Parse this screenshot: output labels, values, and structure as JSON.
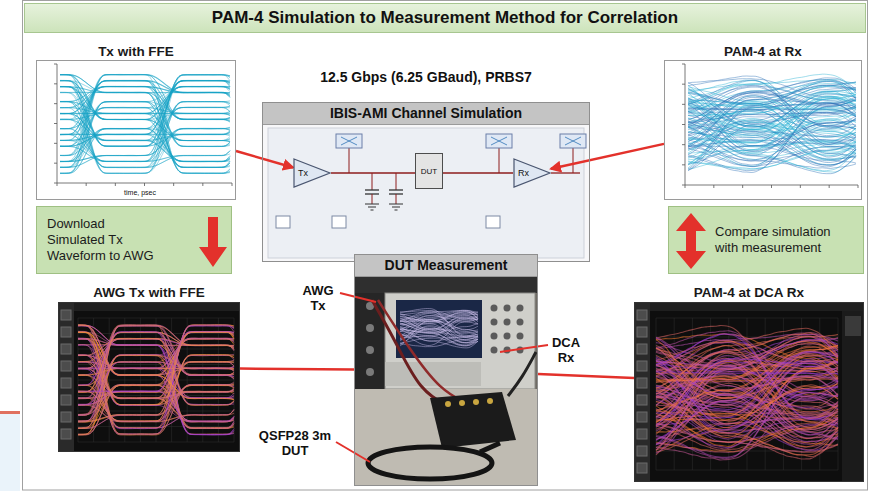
{
  "diagram": {
    "title": "PAM-4 Simulation to Measurement Method for Correlation",
    "nodes": [
      {
        "text": [
          "Tx with FFE"
        ]
      },
      {
        "text": [
          "IBIS-AMI Channel Simulation"
        ]
      },
      {
        "text": [
          "Tx"
        ],
        "in": 1
      },
      {
        "text": [
          "DUT"
        ],
        "in": 1
      },
      {
        "text": [
          "Rx"
        ],
        "in": 1
      },
      {
        "text": [
          "PAM-4 at Rx"
        ]
      },
      {
        "text": [
          "Download Simulated Tx Waveform to AWG"
        ]
      },
      {
        "text": [
          "Compare simulation with measurement"
        ]
      },
      {
        "text": [
          "DUT Measurement"
        ]
      },
      {
        "text": [
          "AWG Tx with FFE"
        ]
      },
      {
        "text": [
          "PAM-4 at DCA Rx"
        ]
      }
    ],
    "edges": [
      {
        "from": 0,
        "to": 2,
        "arrow": "to"
      },
      {
        "from": 5,
        "to": 4,
        "arrow": "to"
      },
      {
        "from": 9,
        "to": 8,
        "arrow": "none"
      },
      {
        "from": 10,
        "to": 8,
        "arrow": "none"
      }
    ],
    "labels": [
      "12.5 Gbps (6.25 GBaud), PRBS7",
      "time, psec",
      "AWG Tx",
      "DCA Rx",
      "QSFP28 3m DUT"
    ]
  }
}
